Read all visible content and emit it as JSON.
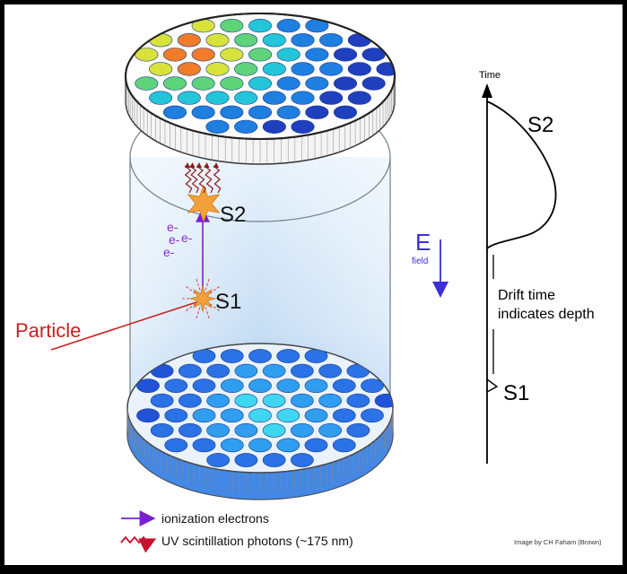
{
  "labels": {
    "s2_detector": "S2",
    "s1_detector": "S1",
    "particle": "Particle",
    "electrons": [
      "e-",
      "e-",
      "e-",
      "e-"
    ],
    "field_main": "E",
    "field_sub": "field",
    "time_axis": "Time",
    "s2_plot": "S2",
    "s1_plot": "S1",
    "drift_line1": "Drift time",
    "drift_line2": "indicates depth"
  },
  "legend": [
    {
      "text": "ionization electrons",
      "icon": "purple-arrow-icon",
      "color": "#7a1fd1"
    },
    {
      "text": "UV scintillation photons (~175 nm)",
      "icon": "red-wavy-arrow-icon",
      "color": "#c8102e"
    }
  ],
  "credit": "Image by CH Faham (Brown)",
  "colors": {
    "particle": "#cc1f1f",
    "field": "#3b2fd6",
    "electron": "#8b2fc9",
    "star": "#f2a03a",
    "cylinder": "#cfe4f6"
  }
}
